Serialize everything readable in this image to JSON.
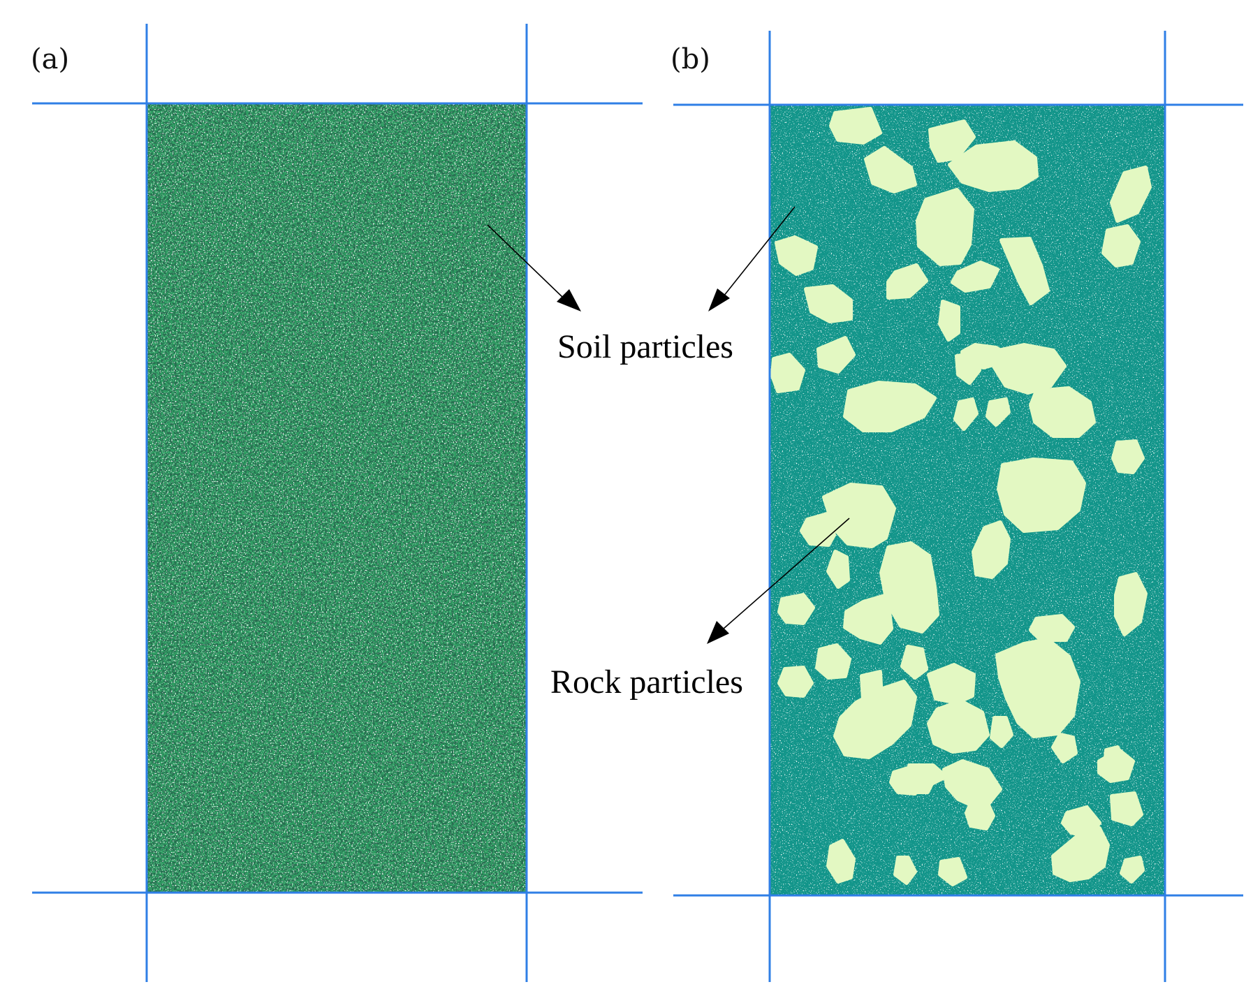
{
  "panels": [
    {
      "label": "(a)",
      "fill_color": "#2e9e62"
    },
    {
      "label": "(b)",
      "fill_color": "#12958a",
      "rock_color": "#e3f8c2"
    }
  ],
  "annotations": {
    "soil": "Soil particles",
    "rock": "Rock particles"
  },
  "colors": {
    "wall_lines": "#2f7fe6",
    "arrows": "#000000"
  }
}
